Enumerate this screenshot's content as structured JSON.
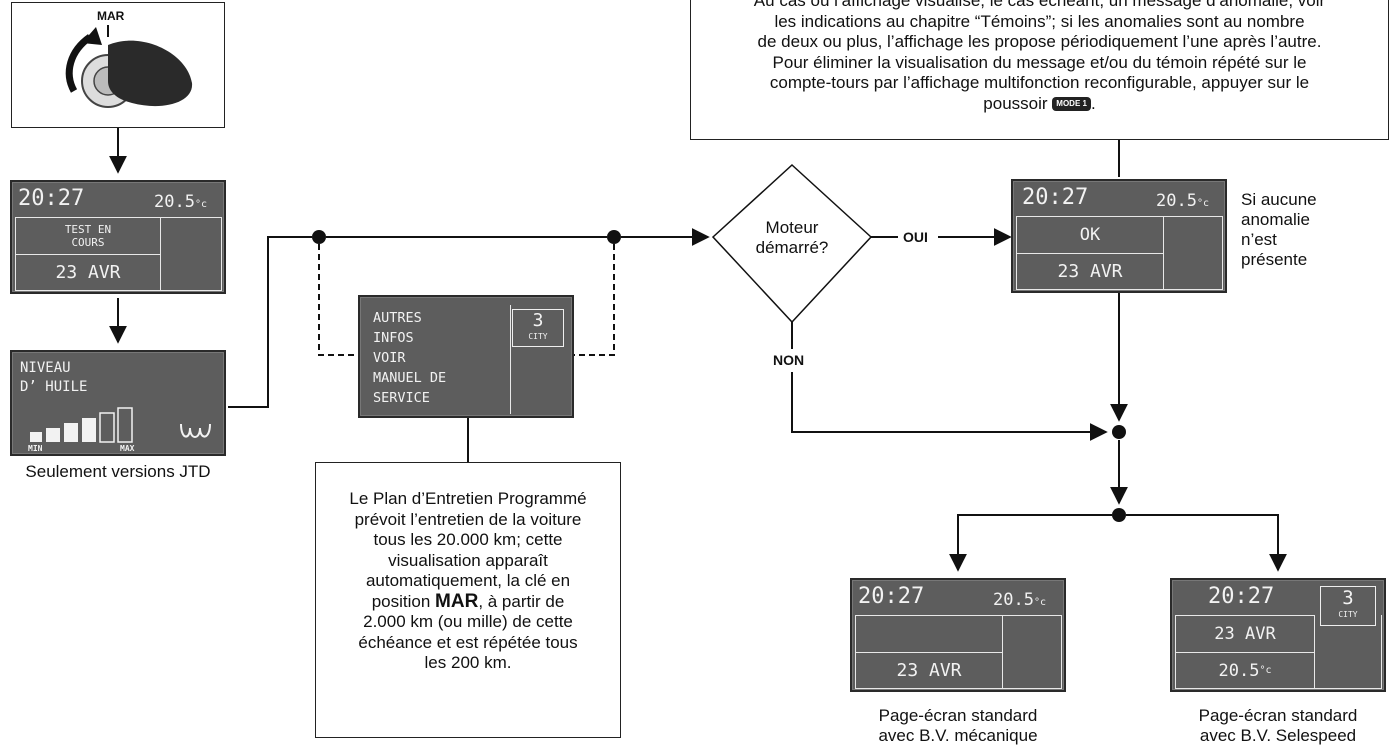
{
  "top_note": {
    "line1": "Au cas où l’affichage visualise, le cas échéant, un message d’anomalie, voir",
    "line2": "les indications au chapitre “Témoins”; si les anomalies sont au nombre",
    "line3": "de deux ou plus, l’affichage les propose périodiquement l’une après l’autre.",
    "line4": "Pour éliminer la visualisation du message et/ou du témoin répété sur le",
    "line5": "compte-tours par l’affichage multifonction reconfigurable, appuyer sur le",
    "line6_prefix": "poussoir",
    "mode_button": "MODE 1",
    "line6_suffix": "."
  },
  "ignition": {
    "label": "MAR"
  },
  "screen_test": {
    "time": "20:27",
    "temp": "20.5",
    "temp_unit": "°c",
    "message_line1": "TEST EN",
    "message_line2": "COURS",
    "date": "23 AVR"
  },
  "screen_oil": {
    "line1": "NIVEAU",
    "line2": "D’ HUILE",
    "min_label": "MIN",
    "max_label": "MAX",
    "caption": "Seulement versions JTD"
  },
  "screen_service": {
    "lines": [
      "AUTRES",
      "INFOS",
      "VOIR",
      "MANUEL DE",
      "SERVICE"
    ],
    "gear": "3",
    "mode": "CITY"
  },
  "service_note": {
    "lines": [
      "Le Plan d’Entretien Programmé",
      "prévoit l’entretien de la voiture",
      "tous les 20.000 km; cette",
      "visualisation apparaît",
      "automatiquement, la clé en"
    ],
    "line6_prefix": "position",
    "line6_bold": "MAR",
    "line6_suffix": ", à partir de",
    "lines_after": [
      "2.000 km (ou mille) de cette",
      "échéance et est répétée tous",
      "les 200 km."
    ]
  },
  "decision": {
    "line1": "Moteur",
    "line2": "démarré?",
    "yes_label": "OUI",
    "no_label": "NON"
  },
  "screen_ok": {
    "time": "20:27",
    "temp": "20.5",
    "temp_unit": "°c",
    "message": "OK",
    "date": "23 AVR"
  },
  "ok_caption": {
    "line1": "Si aucune",
    "line2": "anomalie",
    "line3": "n’est",
    "line4": "présente"
  },
  "screen_manual": {
    "time": "20:27",
    "temp": "20.5",
    "temp_unit": "°c",
    "date": "23 AVR",
    "caption_line1": "Page-écran standard",
    "caption_line2": "avec B.V. mécanique"
  },
  "screen_selespeed": {
    "time": "20:27",
    "date": "23 AVR",
    "temp": "20.5",
    "temp_unit": "°c",
    "gear": "3",
    "mode": "CITY",
    "caption_line1": "Page-écran standard",
    "caption_line2": "avec B.V. Selespeed"
  }
}
